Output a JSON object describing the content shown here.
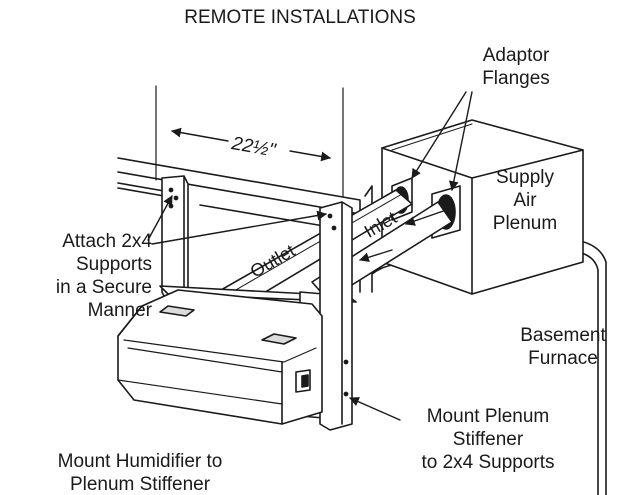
{
  "title": "REMOTE INSTALLATIONS",
  "labels": {
    "adaptor_flanges": [
      "Adaptor",
      "Flanges"
    ],
    "supply_air_plenum": [
      "Supply",
      "Air",
      "Plenum"
    ],
    "attach_supports": [
      "Attach 2x4",
      "Supports",
      "in a Secure",
      "Manner"
    ],
    "basement_furnace": [
      "Basement",
      "Furnace"
    ],
    "mount_stiffener": [
      "Mount Plenum",
      "Stiffener",
      "to 2x4 Supports"
    ],
    "mount_humidifier": [
      "Mount Humidifier to",
      "Plenum Stiffener"
    ],
    "dimension": "22½\"",
    "outlet": "Outlet",
    "inlet": "Inlet"
  },
  "colors": {
    "ink": "#1a1a1a",
    "paper": "#ffffff",
    "shade": "#dcdcdc"
  }
}
